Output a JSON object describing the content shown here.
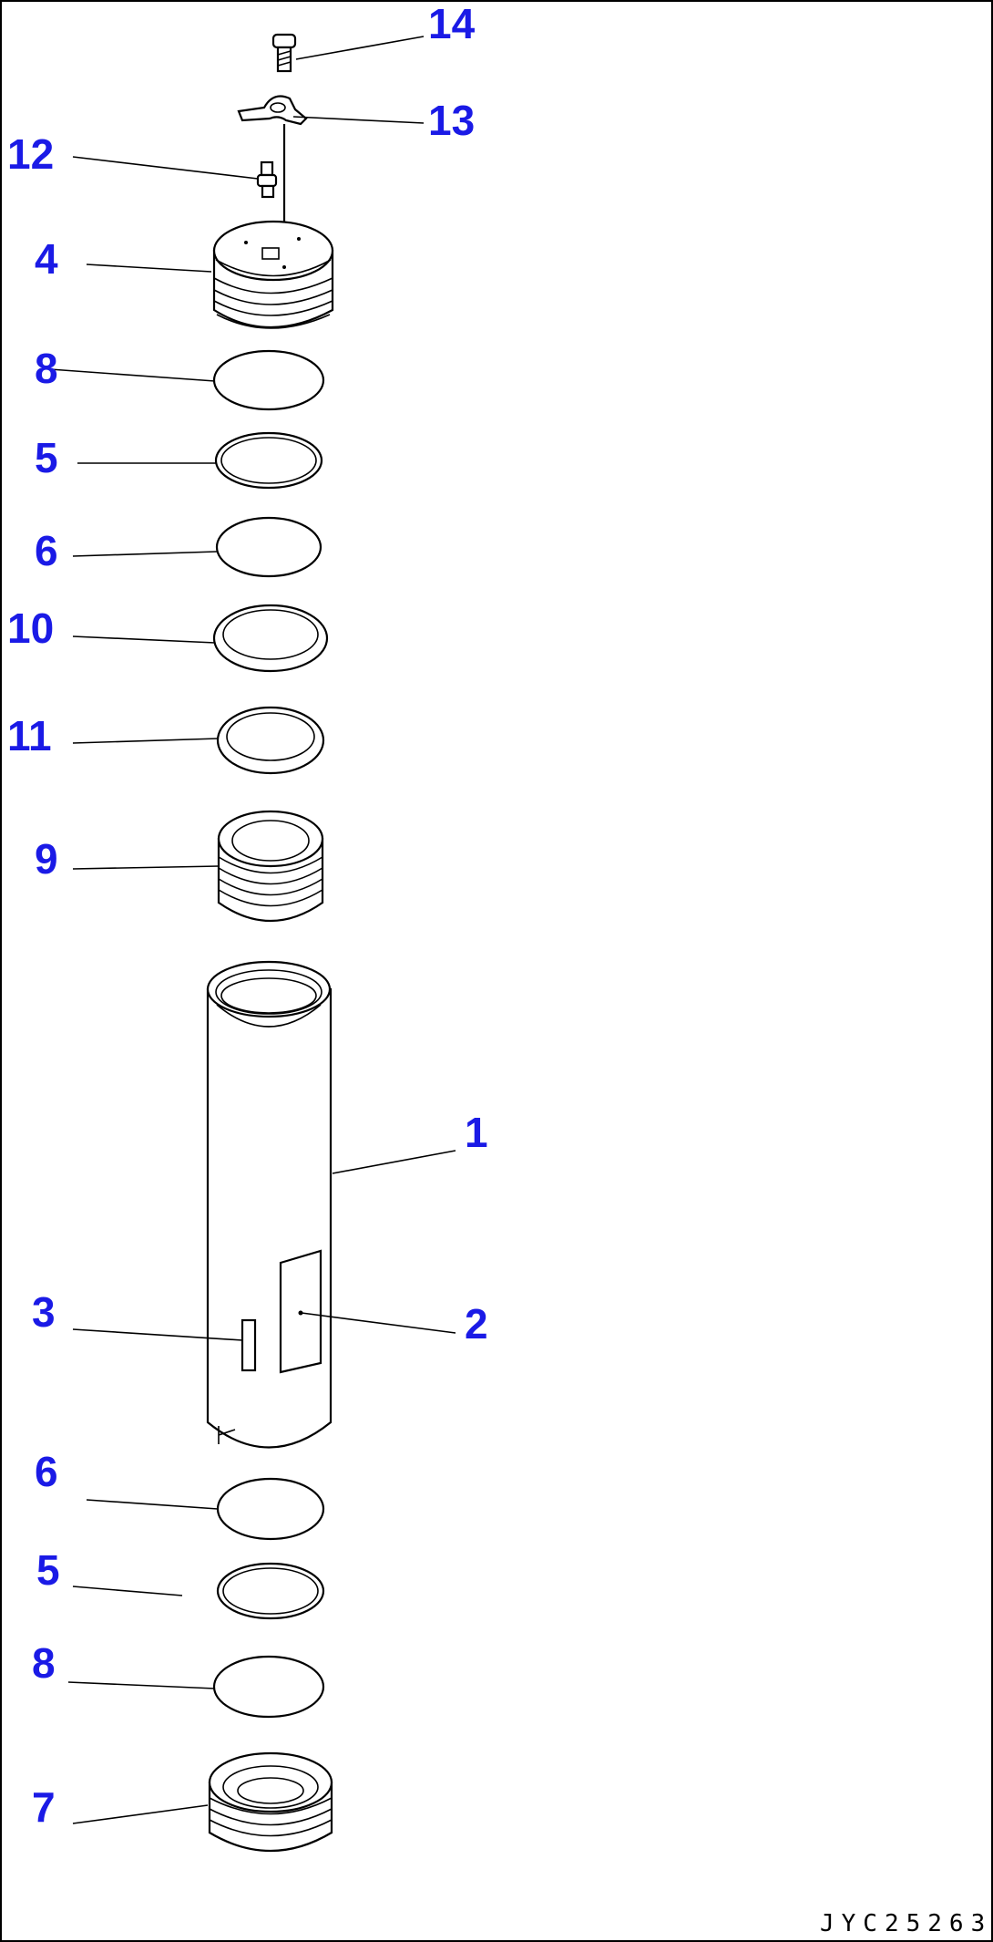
{
  "callouts": [
    {
      "key": "c14",
      "text": "14"
    },
    {
      "key": "c13",
      "text": "13"
    },
    {
      "key": "c12",
      "text": "12"
    },
    {
      "key": "c4",
      "text": "4"
    },
    {
      "key": "c8a",
      "text": "8"
    },
    {
      "key": "c5a",
      "text": "5"
    },
    {
      "key": "c6a",
      "text": "6"
    },
    {
      "key": "c10",
      "text": "10"
    },
    {
      "key": "c11",
      "text": "11"
    },
    {
      "key": "c9",
      "text": "9"
    },
    {
      "key": "c1",
      "text": "1"
    },
    {
      "key": "c3",
      "text": "3"
    },
    {
      "key": "c2",
      "text": "2"
    },
    {
      "key": "c6b",
      "text": "6"
    },
    {
      "key": "c5b",
      "text": "5"
    },
    {
      "key": "c8b",
      "text": "8"
    },
    {
      "key": "c7",
      "text": "7"
    }
  ],
  "drawing_code": "JYC25263",
  "colors": {
    "callout": "#1a1ae6",
    "line": "#000000",
    "background": "#ffffff"
  }
}
